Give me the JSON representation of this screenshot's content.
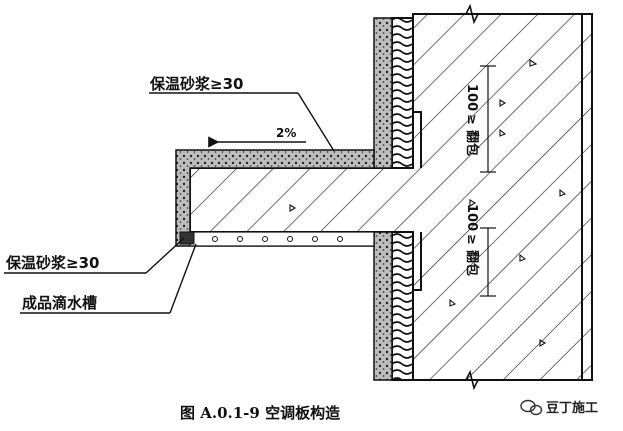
{
  "labels": {
    "mortar_top": "保温砂浆≥30",
    "slope": "2%",
    "mortar_bottom": "保温砂浆≥30",
    "drip_groove": "成品滴水槽",
    "dim_top_value": "100",
    "dim_top_rel": "≥",
    "dim_top_word": "翻包",
    "dim_bottom_value": "100",
    "dim_bottom_rel": "≥",
    "dim_bottom_word": "翻包"
  },
  "caption": "图 A.0.1-9   空调板构造",
  "watermark": {
    "icon": "wechat-icon",
    "text": "豆丁施工"
  }
}
